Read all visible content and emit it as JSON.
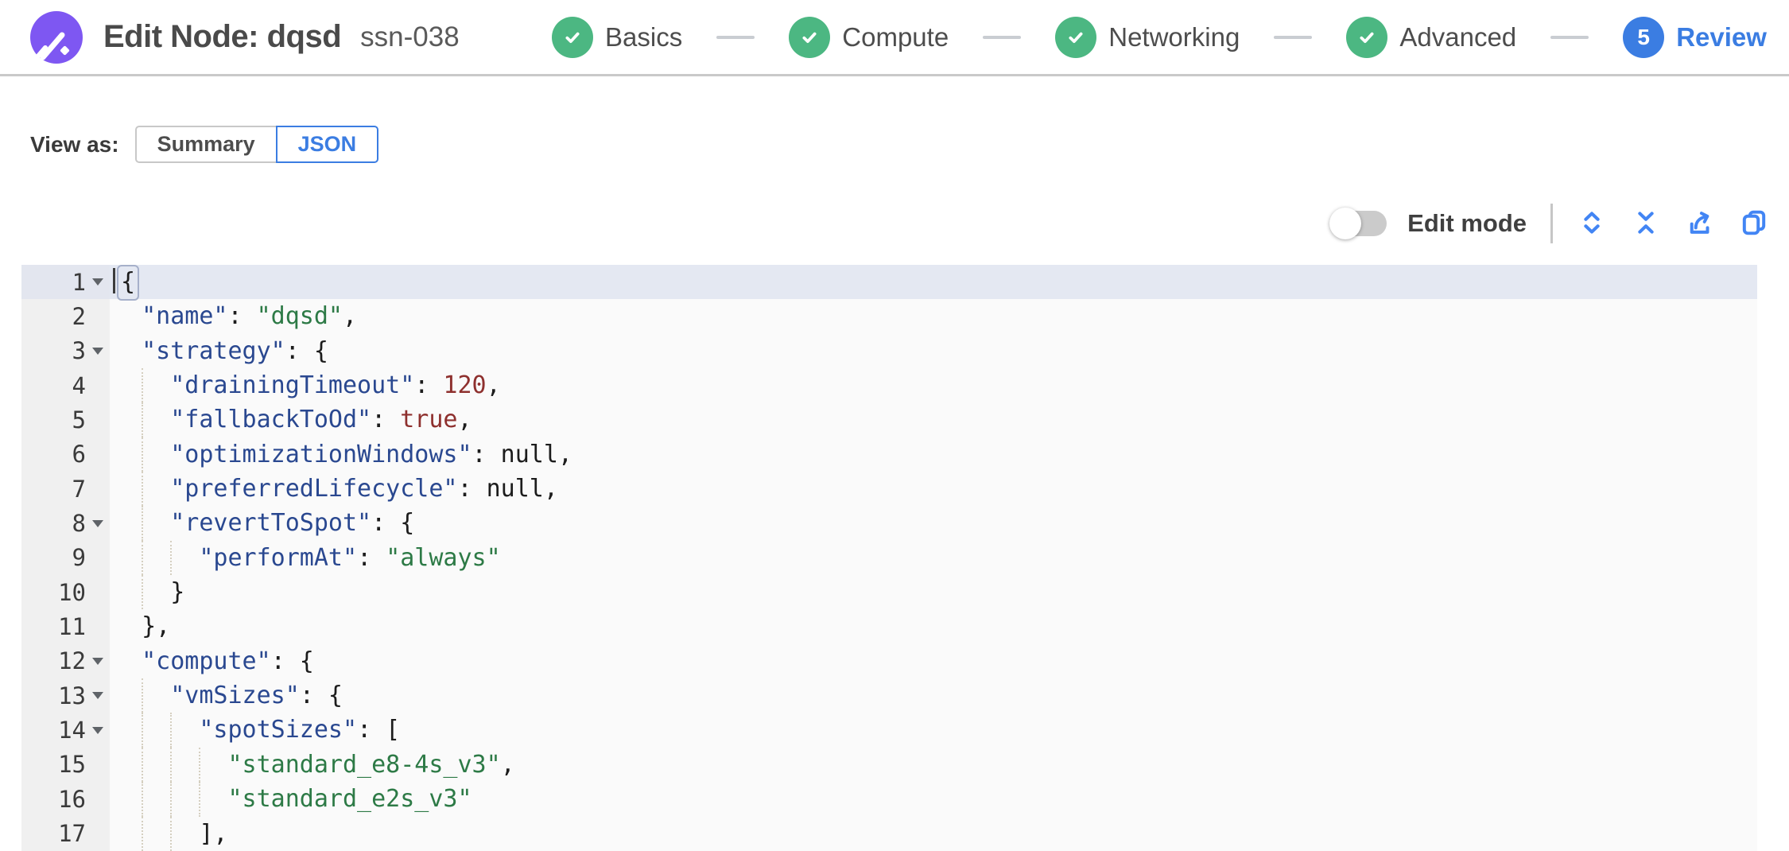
{
  "header": {
    "title": "Edit Node: dqsd",
    "subtitle": "ssn-038",
    "logo_icon": "spot-logo-icon",
    "steps": [
      {
        "label": "Basics",
        "state": "done"
      },
      {
        "label": "Compute",
        "state": "done"
      },
      {
        "label": "Networking",
        "state": "done"
      },
      {
        "label": "Advanced",
        "state": "done"
      },
      {
        "label": "Review",
        "state": "active",
        "number": "5"
      }
    ]
  },
  "view_as": {
    "label": "View as:",
    "options": [
      {
        "label": "Summary",
        "selected": false
      },
      {
        "label": "JSON",
        "selected": true
      }
    ]
  },
  "toolbar": {
    "edit_mode_label": "Edit mode",
    "edit_mode_on": false,
    "icons": [
      "expand-all-icon",
      "collapse-all-icon",
      "export-icon",
      "copy-icon"
    ]
  },
  "colors": {
    "accent_blue": "#3b7de2",
    "step_green": "#4cb782",
    "logo_purple": "#7e57f2",
    "key_blue": "#2a4890",
    "string_green": "#2d7a46",
    "number_red": "#8e302e"
  },
  "editor": {
    "active_line": 1,
    "cursor_line": 1,
    "lines": [
      {
        "num": 1,
        "indent": 0,
        "fold": true,
        "tokens": [
          {
            "t": "brk",
            "v": "{"
          }
        ]
      },
      {
        "num": 2,
        "indent": 2,
        "fold": false,
        "tokens": [
          {
            "t": "key",
            "v": "\"name\""
          },
          {
            "t": "pln",
            "v": ": "
          },
          {
            "t": "str",
            "v": "\"dqsd\""
          },
          {
            "t": "pln",
            "v": ","
          }
        ]
      },
      {
        "num": 3,
        "indent": 2,
        "fold": true,
        "tokens": [
          {
            "t": "key",
            "v": "\"strategy\""
          },
          {
            "t": "pln",
            "v": ": {"
          }
        ]
      },
      {
        "num": 4,
        "indent": 4,
        "fold": false,
        "tokens": [
          {
            "t": "key",
            "v": "\"drainingTimeout\""
          },
          {
            "t": "pln",
            "v": ": "
          },
          {
            "t": "num",
            "v": "120"
          },
          {
            "t": "pln",
            "v": ","
          }
        ]
      },
      {
        "num": 5,
        "indent": 4,
        "fold": false,
        "tokens": [
          {
            "t": "key",
            "v": "\"fallbackToOd\""
          },
          {
            "t": "pln",
            "v": ": "
          },
          {
            "t": "bool",
            "v": "true"
          },
          {
            "t": "pln",
            "v": ","
          }
        ]
      },
      {
        "num": 6,
        "indent": 4,
        "fold": false,
        "tokens": [
          {
            "t": "key",
            "v": "\"optimizationWindows\""
          },
          {
            "t": "pln",
            "v": ": "
          },
          {
            "t": "nul",
            "v": "null"
          },
          {
            "t": "pln",
            "v": ","
          }
        ]
      },
      {
        "num": 7,
        "indent": 4,
        "fold": false,
        "tokens": [
          {
            "t": "key",
            "v": "\"preferredLifecycle\""
          },
          {
            "t": "pln",
            "v": ": "
          },
          {
            "t": "nul",
            "v": "null"
          },
          {
            "t": "pln",
            "v": ","
          }
        ]
      },
      {
        "num": 8,
        "indent": 4,
        "fold": true,
        "tokens": [
          {
            "t": "key",
            "v": "\"revertToSpot\""
          },
          {
            "t": "pln",
            "v": ": {"
          }
        ]
      },
      {
        "num": 9,
        "indent": 6,
        "fold": false,
        "tokens": [
          {
            "t": "key",
            "v": "\"performAt\""
          },
          {
            "t": "pln",
            "v": ": "
          },
          {
            "t": "str",
            "v": "\"always\""
          }
        ]
      },
      {
        "num": 10,
        "indent": 4,
        "fold": false,
        "tokens": [
          {
            "t": "pln",
            "v": "}"
          }
        ]
      },
      {
        "num": 11,
        "indent": 2,
        "fold": false,
        "tokens": [
          {
            "t": "pln",
            "v": "},"
          }
        ]
      },
      {
        "num": 12,
        "indent": 2,
        "fold": true,
        "tokens": [
          {
            "t": "key",
            "v": "\"compute\""
          },
          {
            "t": "pln",
            "v": ": {"
          }
        ]
      },
      {
        "num": 13,
        "indent": 4,
        "fold": true,
        "tokens": [
          {
            "t": "key",
            "v": "\"vmSizes\""
          },
          {
            "t": "pln",
            "v": ": {"
          }
        ]
      },
      {
        "num": 14,
        "indent": 6,
        "fold": true,
        "tokens": [
          {
            "t": "key",
            "v": "\"spotSizes\""
          },
          {
            "t": "pln",
            "v": ": ["
          }
        ]
      },
      {
        "num": 15,
        "indent": 8,
        "fold": false,
        "tokens": [
          {
            "t": "str",
            "v": "\"standard_e8-4s_v3\""
          },
          {
            "t": "pln",
            "v": ","
          }
        ]
      },
      {
        "num": 16,
        "indent": 8,
        "fold": false,
        "tokens": [
          {
            "t": "str",
            "v": "\"standard_e2s_v3\""
          }
        ]
      },
      {
        "num": 17,
        "indent": 6,
        "fold": false,
        "tokens": [
          {
            "t": "pln",
            "v": "],"
          }
        ]
      }
    ]
  }
}
